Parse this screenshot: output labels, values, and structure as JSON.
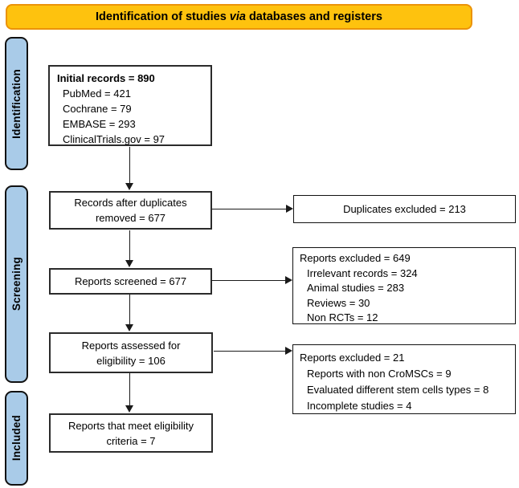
{
  "colors": {
    "header_fill": "#FEC20E",
    "header_border": "#EB9309",
    "sidebar_fill": "#A9CBE8",
    "box_border": "#2b2b2b",
    "arrow": "#1a1a1a"
  },
  "header": {
    "title_prefix": "Identification of studies",
    "title_italic": "via",
    "title_suffix": "databases and registers"
  },
  "sidebar": {
    "items": [
      {
        "label": "Identification"
      },
      {
        "label": "Screening"
      },
      {
        "label": "Included"
      }
    ]
  },
  "flow": {
    "initial_records": {
      "title": "Initial records = 890",
      "lines": [
        "PubMed = 421",
        "Cochrane = 79",
        "EMBASE = 293",
        "ClinicalTrials.gov = 97"
      ]
    },
    "duplicates_removed": {
      "lines": [
        "Records after duplicates",
        "removed = 677"
      ]
    },
    "reports_screened": {
      "label": "Reports screened = 677"
    },
    "reports_assessed": {
      "lines": [
        "Reports assessed for",
        "eligibility = 106"
      ]
    },
    "reports_included": {
      "lines": [
        "Reports that meet eligibility",
        "criteria = 7"
      ]
    }
  },
  "exclusions": {
    "duplicates_excluded": {
      "label": "Duplicates excluded = 213"
    },
    "screening_excluded": {
      "title": "Reports excluded = 649",
      "lines": [
        "Irrelevant records = 324",
        "Animal studies = 283",
        "Reviews = 30",
        "Non RCTs = 12"
      ]
    },
    "eligibility_excluded": {
      "title": "Reports excluded = 21",
      "lines": [
        "Reports with non CroMSCs = 9",
        "Evaluated different stem cells types = 8",
        "Incomplete studies = 4"
      ]
    }
  }
}
